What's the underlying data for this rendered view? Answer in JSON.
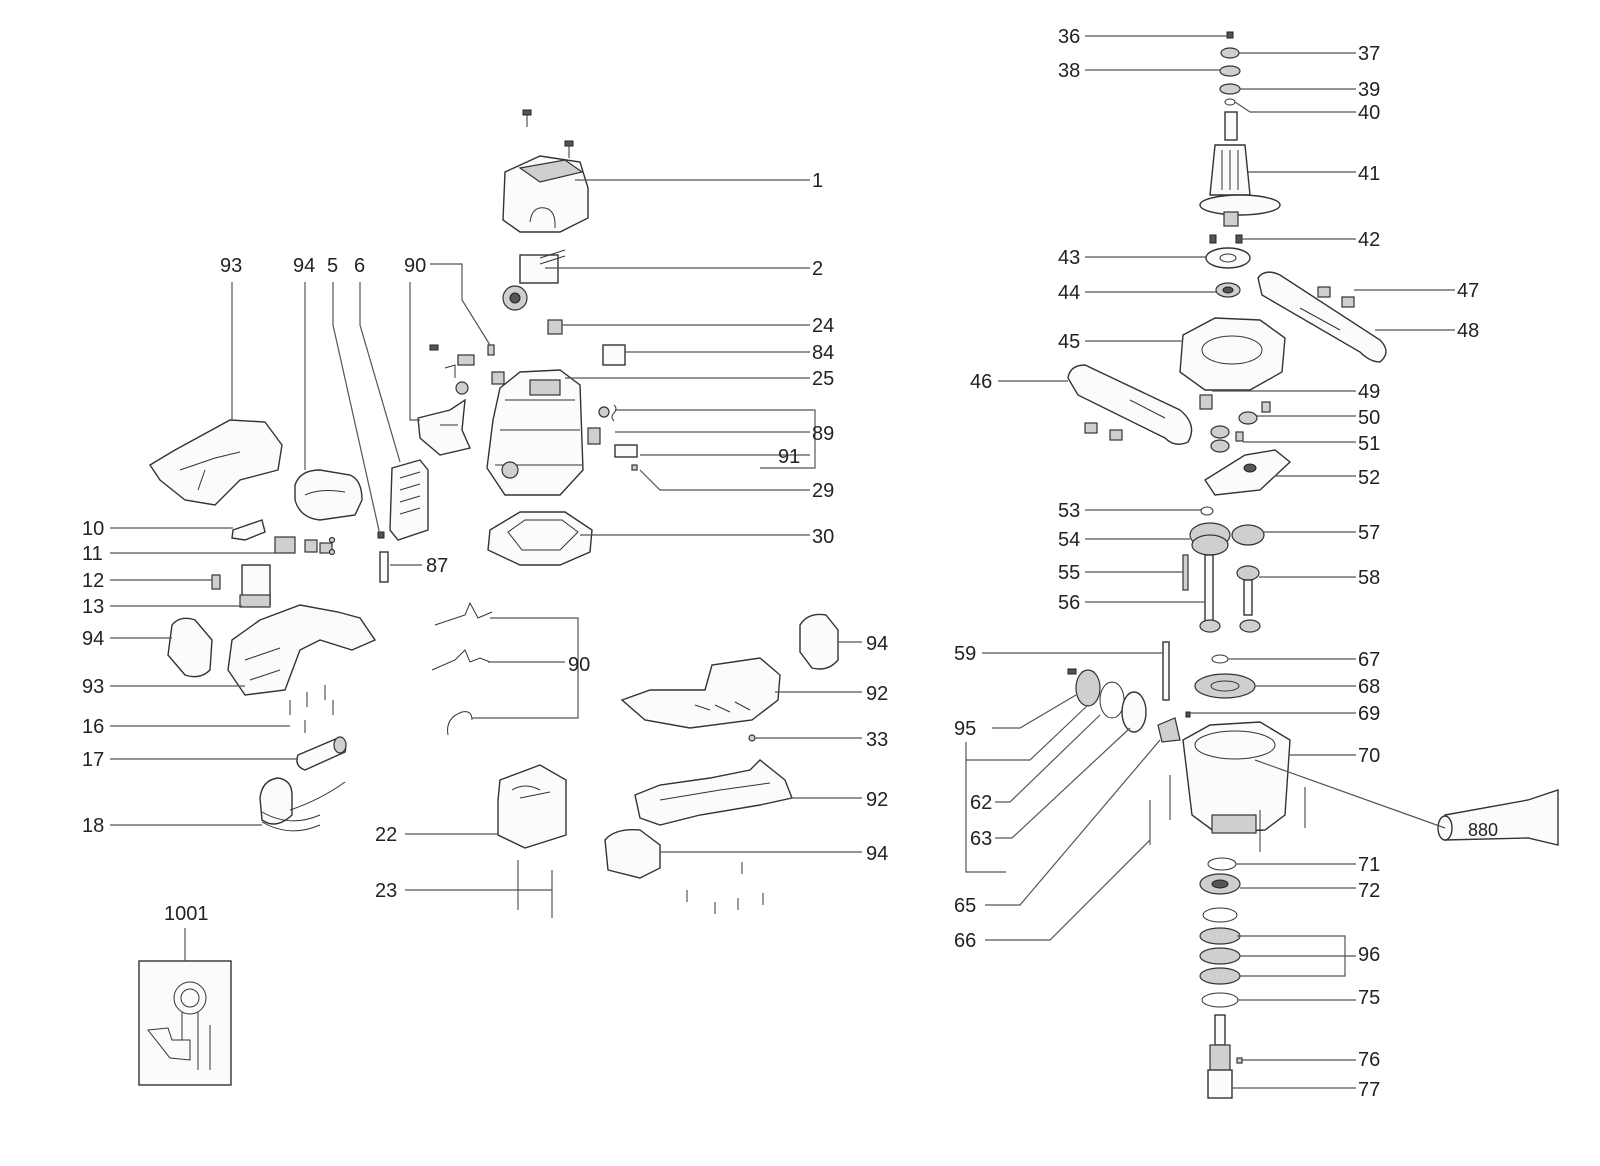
{
  "diagram": {
    "labels": [
      {
        "id": "l1",
        "text": "1"
      },
      {
        "id": "l2",
        "text": "2"
      },
      {
        "id": "l24",
        "text": "24"
      },
      {
        "id": "l84",
        "text": "84"
      },
      {
        "id": "l25",
        "text": "25"
      },
      {
        "id": "l89",
        "text": "89"
      },
      {
        "id": "l91",
        "text": "91"
      },
      {
        "id": "l29",
        "text": "29"
      },
      {
        "id": "l30",
        "text": "30"
      },
      {
        "id": "l87",
        "text": "87"
      },
      {
        "id": "l93a",
        "text": "93"
      },
      {
        "id": "l94a",
        "text": "94"
      },
      {
        "id": "l5",
        "text": "5"
      },
      {
        "id": "l6",
        "text": "6"
      },
      {
        "id": "l90a",
        "text": "90"
      },
      {
        "id": "l10",
        "text": "10"
      },
      {
        "id": "l11",
        "text": "11"
      },
      {
        "id": "l12",
        "text": "12"
      },
      {
        "id": "l13",
        "text": "13"
      },
      {
        "id": "l94b",
        "text": "94"
      },
      {
        "id": "l93b",
        "text": "93"
      },
      {
        "id": "l16",
        "text": "16"
      },
      {
        "id": "l17",
        "text": "17"
      },
      {
        "id": "l18",
        "text": "18"
      },
      {
        "id": "l90b",
        "text": "90"
      },
      {
        "id": "l94c",
        "text": "94"
      },
      {
        "id": "l92a",
        "text": "92"
      },
      {
        "id": "l33",
        "text": "33"
      },
      {
        "id": "l92b",
        "text": "92"
      },
      {
        "id": "l94d",
        "text": "94"
      },
      {
        "id": "l22",
        "text": "22"
      },
      {
        "id": "l23",
        "text": "23"
      },
      {
        "id": "l1001",
        "text": "1001"
      },
      {
        "id": "l36",
        "text": "36"
      },
      {
        "id": "l37",
        "text": "37"
      },
      {
        "id": "l38",
        "text": "38"
      },
      {
        "id": "l39",
        "text": "39"
      },
      {
        "id": "l40",
        "text": "40"
      },
      {
        "id": "l41",
        "text": "41"
      },
      {
        "id": "l42",
        "text": "42"
      },
      {
        "id": "l43",
        "text": "43"
      },
      {
        "id": "l44",
        "text": "44"
      },
      {
        "id": "l47",
        "text": "47"
      },
      {
        "id": "l48",
        "text": "48"
      },
      {
        "id": "l45",
        "text": "45"
      },
      {
        "id": "l46",
        "text": "46"
      },
      {
        "id": "l49",
        "text": "49"
      },
      {
        "id": "l50",
        "text": "50"
      },
      {
        "id": "l51",
        "text": "51"
      },
      {
        "id": "l52",
        "text": "52"
      },
      {
        "id": "l53",
        "text": "53"
      },
      {
        "id": "l54",
        "text": "54"
      },
      {
        "id": "l57",
        "text": "57"
      },
      {
        "id": "l55",
        "text": "55"
      },
      {
        "id": "l58",
        "text": "58"
      },
      {
        "id": "l56",
        "text": "56"
      },
      {
        "id": "l59",
        "text": "59"
      },
      {
        "id": "l67",
        "text": "67"
      },
      {
        "id": "l68",
        "text": "68"
      },
      {
        "id": "l95",
        "text": "95"
      },
      {
        "id": "l69",
        "text": "69"
      },
      {
        "id": "l70",
        "text": "70"
      },
      {
        "id": "l62",
        "text": "62"
      },
      {
        "id": "l63",
        "text": "63"
      },
      {
        "id": "l65",
        "text": "65"
      },
      {
        "id": "l66",
        "text": "66"
      },
      {
        "id": "l71",
        "text": "71"
      },
      {
        "id": "l72",
        "text": "72"
      },
      {
        "id": "l96",
        "text": "96"
      },
      {
        "id": "l75",
        "text": "75"
      },
      {
        "id": "l76",
        "text": "76"
      },
      {
        "id": "l77",
        "text": "77"
      }
    ],
    "tube_label": "880"
  }
}
